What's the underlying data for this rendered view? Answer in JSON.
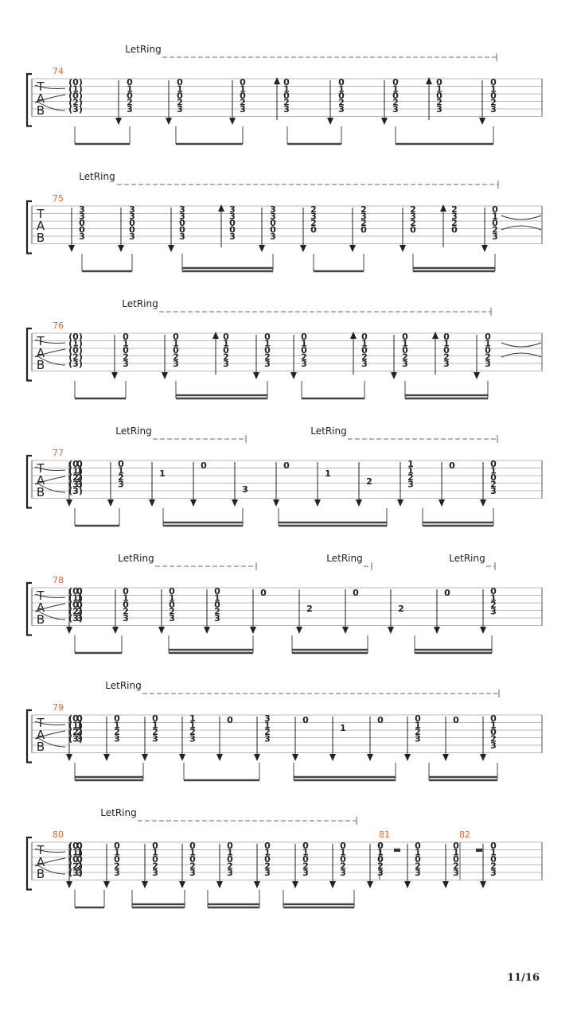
{
  "page_number": "11/16",
  "clef": {
    "t": "T",
    "a": "A",
    "b": "B"
  },
  "colors": {
    "measure_number": "#e2682c",
    "notes": "#222222",
    "staff": "#b8b8b8"
  },
  "systems": [
    {
      "letring": [
        {
          "label": "LetRing"
        }
      ],
      "measures": [
        {
          "number": "74"
        }
      ],
      "open_strings": [
        "(0)",
        "(1)",
        "(0)",
        "(2)",
        "(3)"
      ],
      "chords": [
        [
          "0",
          "1",
          "0",
          "2",
          "3"
        ],
        [
          "0",
          "1",
          "0",
          "2",
          "3"
        ],
        [
          "0",
          "1",
          "0",
          "2",
          "3"
        ],
        [
          "0",
          "1",
          "0",
          "2",
          "3"
        ],
        [
          "0",
          "1",
          "0",
          "2",
          "3"
        ],
        [
          "0",
          "1",
          "0",
          "2",
          "3"
        ],
        [
          "0",
          "1",
          "0",
          "2",
          "3"
        ],
        [
          "0",
          "1",
          "0",
          "2",
          "3"
        ]
      ]
    },
    {
      "letring": [
        {
          "label": "LetRing"
        }
      ],
      "measures": [
        {
          "number": "75"
        }
      ],
      "chords": [
        [
          "3",
          "3",
          "0",
          "0",
          "3"
        ],
        [
          "3",
          "3",
          "0",
          "0",
          "3"
        ],
        [
          "3",
          "3",
          "0",
          "0",
          "3"
        ],
        [
          "3",
          "3",
          "0",
          "0",
          "3"
        ],
        [
          "3",
          "3",
          "0",
          "0",
          "3"
        ],
        [
          "2",
          "3",
          "2",
          "0"
        ],
        [
          "2",
          "3",
          "2",
          "0"
        ],
        [
          "2",
          "3",
          "2",
          "0"
        ],
        [
          "2",
          "3",
          "2",
          "0"
        ],
        [
          "0",
          "1",
          "0",
          "2",
          "3"
        ]
      ]
    },
    {
      "letring": [
        {
          "label": "LetRing"
        }
      ],
      "measures": [
        {
          "number": "76"
        }
      ],
      "open_strings": [
        "(0)",
        "(1)",
        "(0)",
        "(2)",
        "(3)"
      ],
      "chords": [
        [
          "0",
          "1",
          "0",
          "2",
          "3"
        ],
        [
          "0",
          "1",
          "0",
          "2",
          "3"
        ],
        [
          "0",
          "1",
          "0",
          "2",
          "3"
        ],
        [
          "0",
          "1",
          "0",
          "2",
          "3"
        ],
        [
          "0",
          "1",
          "0",
          "2",
          "3"
        ],
        [
          "0",
          "1",
          "0",
          "2",
          "3"
        ],
        [
          "0",
          "1",
          "0",
          "2",
          "3"
        ],
        [
          "0",
          "1",
          "0",
          "2",
          "3"
        ],
        [
          "0",
          "1",
          "0",
          "2",
          "3"
        ]
      ]
    },
    {
      "letring": [
        {
          "label": "LetRing"
        },
        {
          "label": "LetRing"
        }
      ],
      "measures": [
        {
          "number": "77"
        }
      ],
      "open_strings": [
        "(0)",
        "(1)",
        "(2)",
        "(3)",
        "(3)"
      ],
      "chords": [
        [
          "0",
          "1",
          "2",
          "3"
        ],
        [
          "0",
          "1",
          "2",
          "3"
        ],
        [
          "1"
        ],
        [
          "0"
        ],
        [
          "3"
        ],
        [
          "0"
        ],
        [
          "1"
        ],
        [
          "2"
        ],
        [
          "1",
          "1",
          "2",
          "3"
        ],
        [
          "0"
        ],
        [
          "0",
          "1",
          "0",
          "2",
          "3"
        ]
      ]
    },
    {
      "letring": [
        {
          "label": "LetRing"
        },
        {
          "label": "LetRing"
        },
        {
          "label": "LetRing"
        }
      ],
      "measures": [
        {
          "number": "78"
        }
      ],
      "open_strings": [
        "(0)",
        "(1)",
        "(0)",
        "(2)",
        "(3)"
      ],
      "chords": [
        [
          "0",
          "1",
          "0",
          "2",
          "3"
        ],
        [
          "0",
          "1",
          "0",
          "2",
          "3"
        ],
        [
          "0",
          "1",
          "0",
          "2",
          "3"
        ],
        [
          "0",
          "1",
          "0",
          "2",
          "3"
        ],
        [
          "0"
        ],
        [
          "2"
        ],
        [
          "0"
        ],
        [
          "2"
        ],
        [
          "0"
        ],
        [
          "0",
          "1",
          "2",
          "3"
        ]
      ]
    },
    {
      "letring": [
        {
          "label": "LetRing"
        }
      ],
      "measures": [
        {
          "number": "79"
        }
      ],
      "open_strings": [
        "(0)",
        "(1)",
        "(2)",
        "(3)"
      ],
      "chords": [
        [
          "0",
          "1",
          "2",
          "3"
        ],
        [
          "0",
          "1",
          "2",
          "3"
        ],
        [
          "0",
          "1",
          "2",
          "3"
        ],
        [
          "1",
          "1",
          "2",
          "3"
        ],
        [
          "0"
        ],
        [
          "3",
          "1",
          "2",
          "3"
        ],
        [
          "0"
        ],
        [
          "1"
        ],
        [
          "0"
        ],
        [
          "0",
          "1",
          "2",
          "3"
        ],
        [
          "0"
        ],
        [
          "0",
          "1",
          "0",
          "2",
          "3"
        ]
      ]
    },
    {
      "letring": [
        {
          "label": "LetRing"
        }
      ],
      "measures": [
        {
          "number": "80"
        },
        {
          "number": "81"
        },
        {
          "number": "82"
        }
      ],
      "open_strings": [
        "(0)",
        "(1)",
        "(0)",
        "(2)",
        "(3)"
      ],
      "chords": [
        [
          "0",
          "1",
          "0",
          "2",
          "3"
        ],
        [
          "0",
          "1",
          "0",
          "2",
          "3"
        ],
        [
          "0",
          "1",
          "0",
          "2",
          "3"
        ],
        [
          "0",
          "1",
          "0",
          "2",
          "3"
        ],
        [
          "0",
          "1",
          "0",
          "2",
          "3"
        ],
        [
          "0",
          "1",
          "0",
          "2",
          "3"
        ],
        [
          "0",
          "1",
          "0",
          "2",
          "3"
        ],
        [
          "0",
          "1",
          "0",
          "2",
          "3"
        ],
        [
          "0",
          "1",
          "0",
          "2",
          "3"
        ],
        [
          "0",
          "1",
          "0",
          "2",
          "3"
        ],
        [
          "0",
          "1",
          "0",
          "2",
          "3"
        ],
        [
          "0",
          "1",
          "0",
          "2",
          "3"
        ]
      ]
    }
  ]
}
